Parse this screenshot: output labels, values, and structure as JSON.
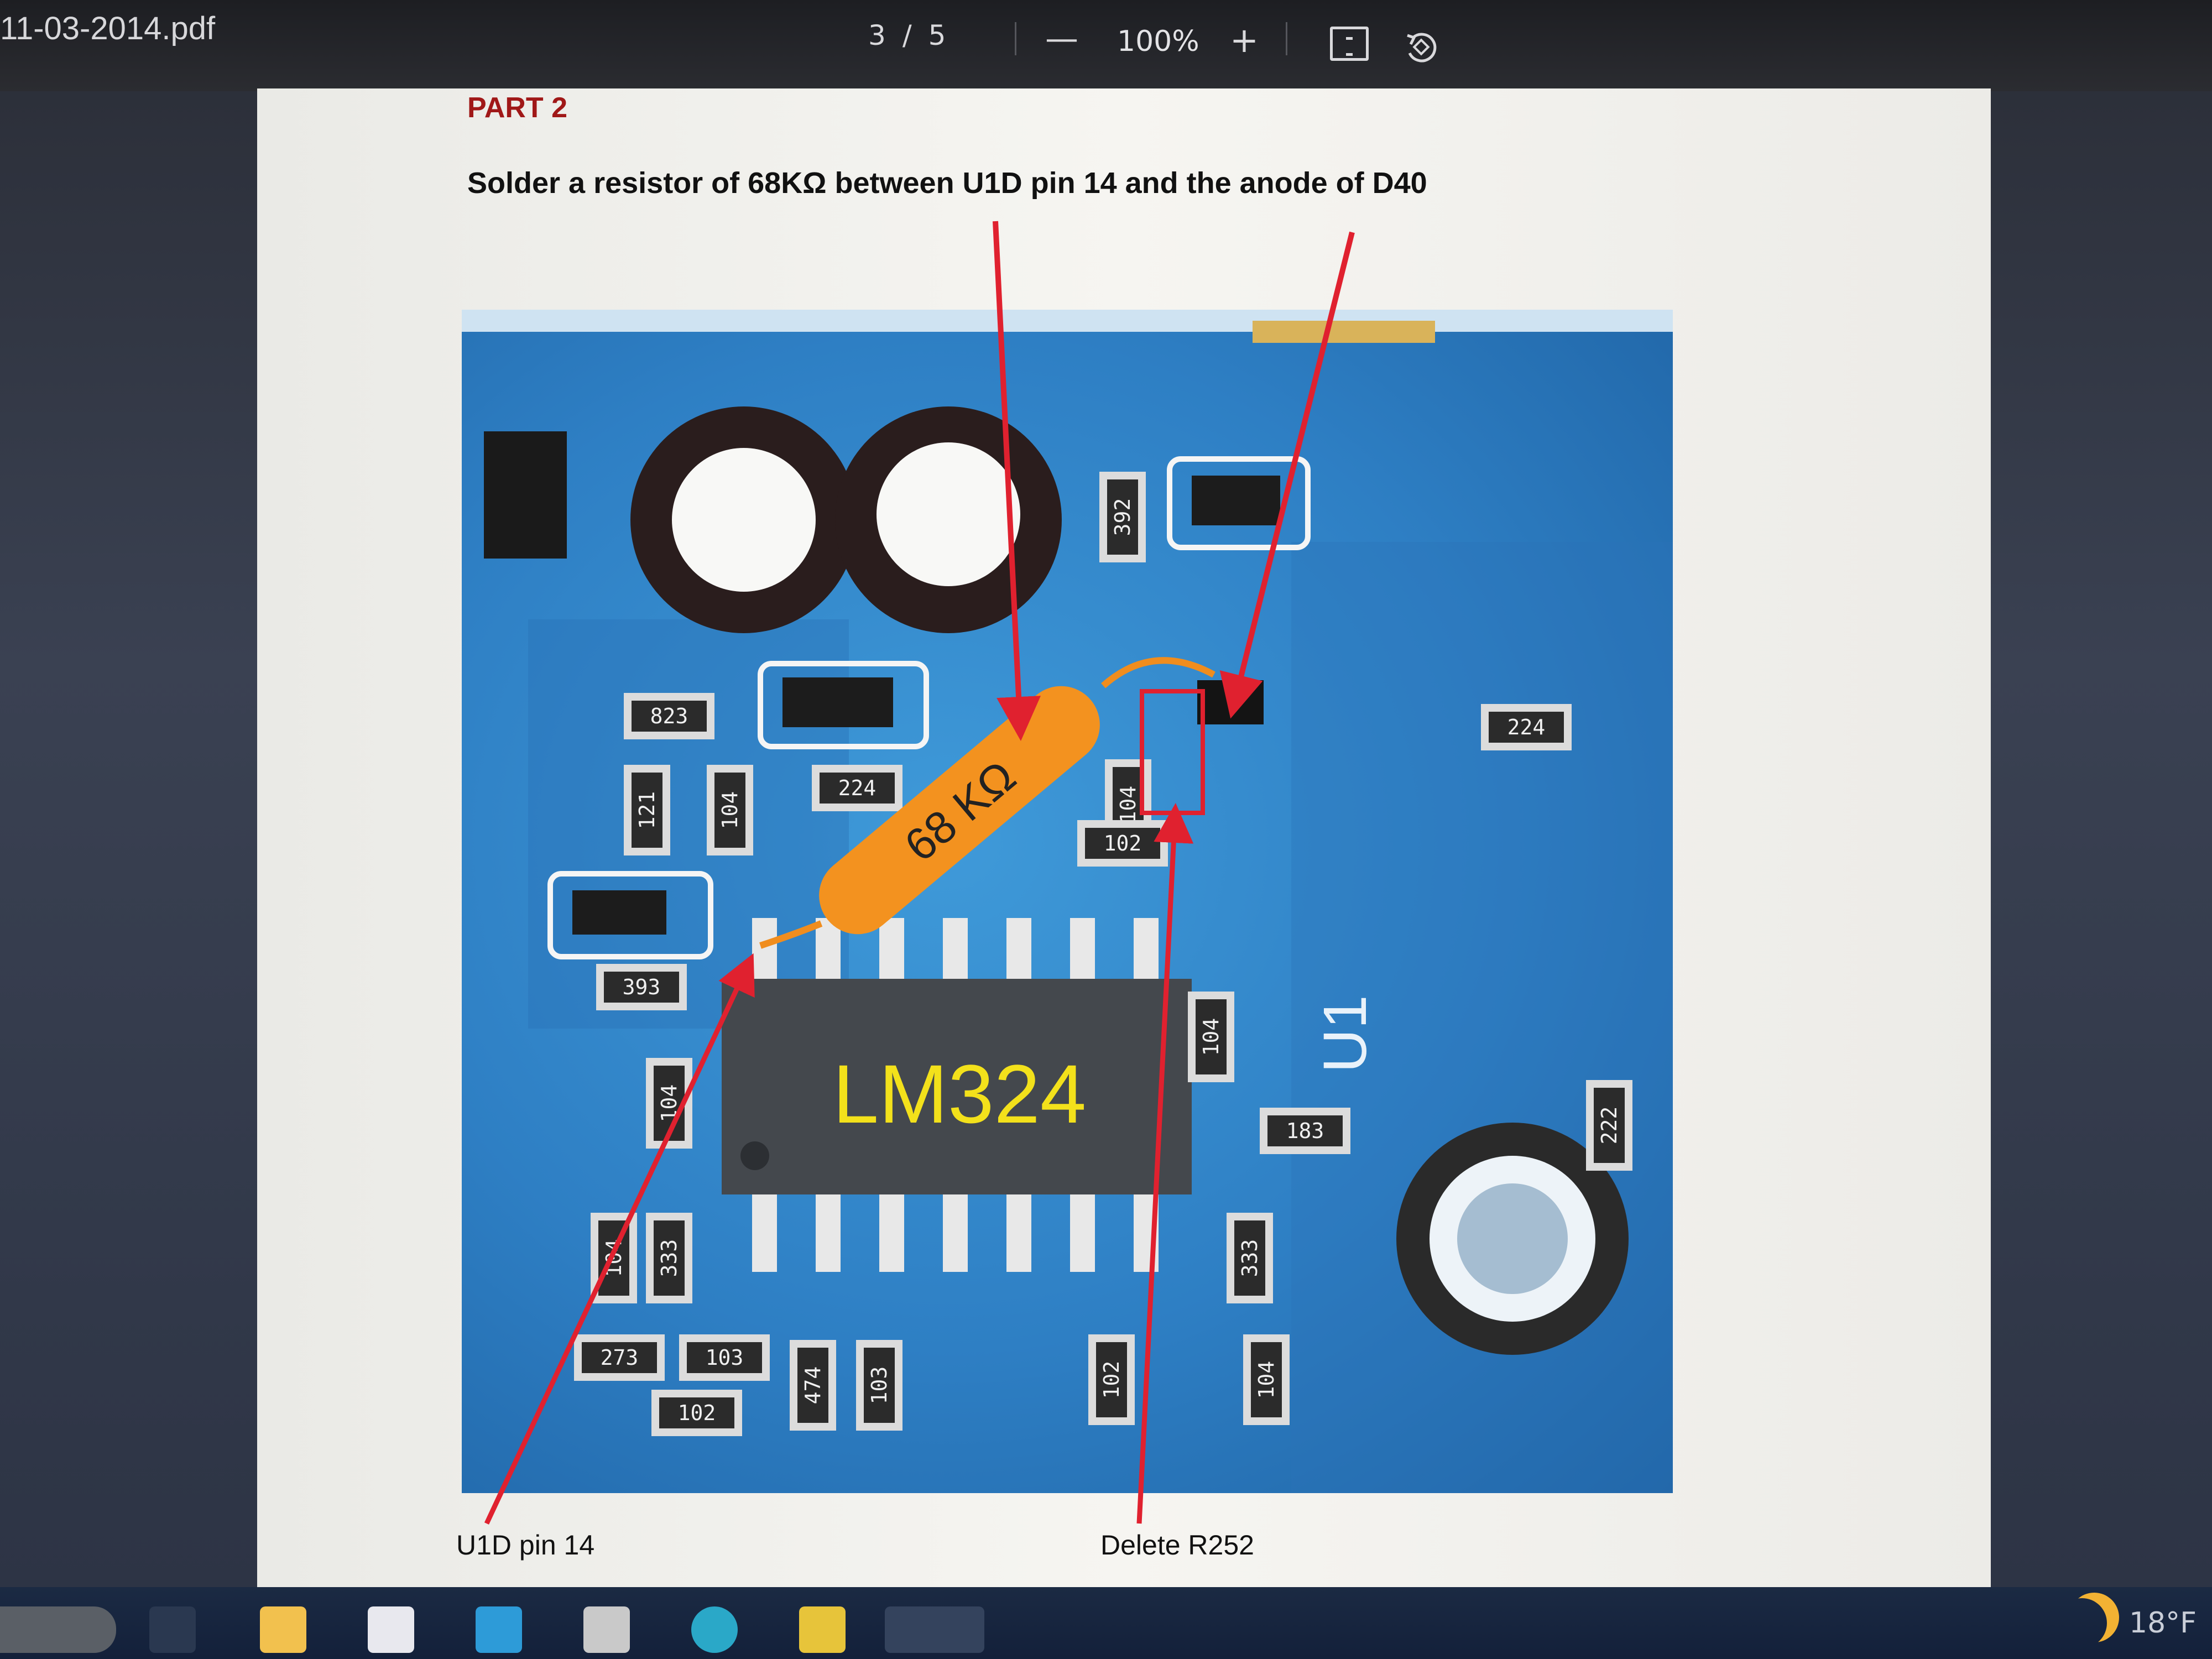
{
  "viewer": {
    "file_title": "11-03-2014.pdf",
    "current_page": "3",
    "page_separator": "/",
    "total_pages": "5",
    "zoom_out_label": "—",
    "zoom_level": "100%",
    "zoom_in_label": "+"
  },
  "document": {
    "part_title": "PART 2",
    "instruction": "Solder a resistor of 68KΩ between U1D pin 14 and the anode of D40",
    "captions": {
      "left": "U1D pin 14",
      "right": "Delete R252"
    }
  },
  "pcb": {
    "chip_label": "LM324",
    "resistor_label": "68 KΩ",
    "board_label": "U1",
    "component_codes": [
      "392",
      "823",
      "121",
      "104",
      "224",
      "104",
      "102",
      "224",
      "104",
      "393",
      "104",
      "104",
      "333",
      "273",
      "103",
      "102",
      "474",
      "102",
      "103",
      "333",
      "222",
      "183",
      "104"
    ]
  },
  "taskbar": {
    "weather": "18°F"
  }
}
